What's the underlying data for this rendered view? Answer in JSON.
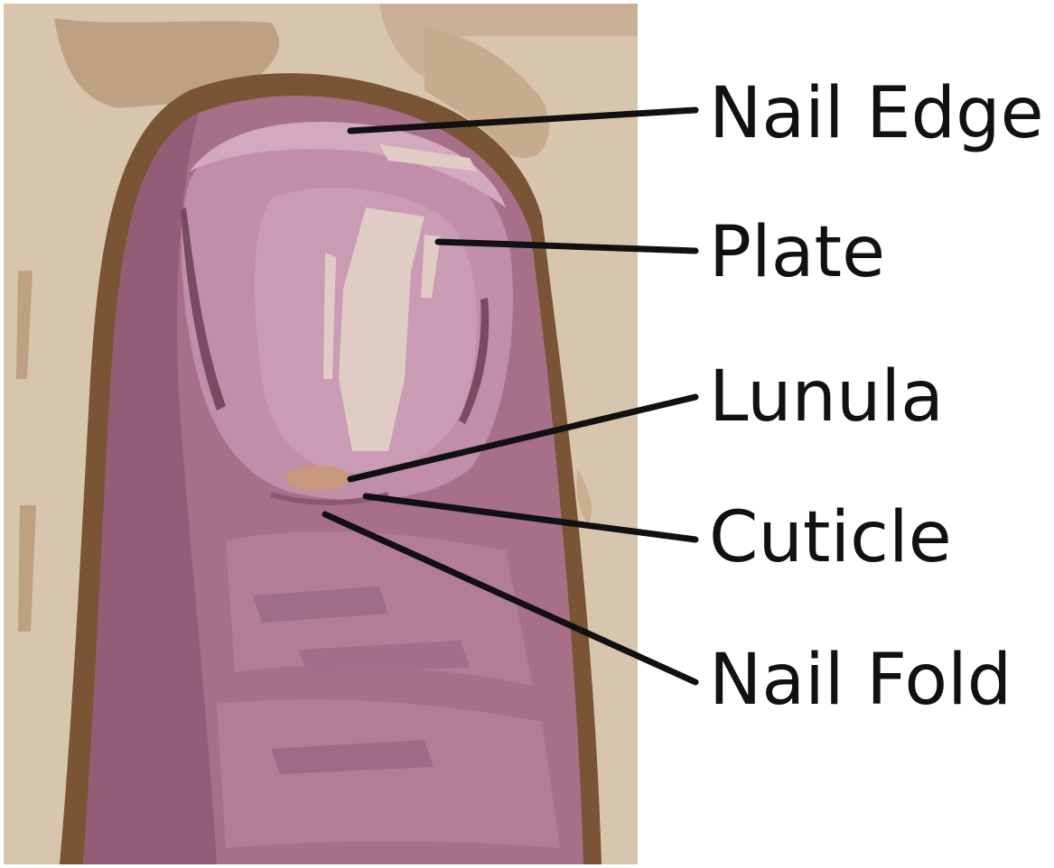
{
  "labels": {
    "nail_edge": "Nail Edge",
    "plate": "Plate",
    "lunula": "Lunula",
    "cuticle": "Cuticle",
    "nail_fold": "Nail Fold"
  },
  "colors": {
    "background_skin": "#d8c5ad",
    "background_skin_dark": "#bea183",
    "finger_outline": "#7a5535",
    "finger_main": "#a86f88",
    "finger_shadow": "#955c77",
    "nail_plate": "#c08ea9",
    "nail_highlight": "#e0ccc4",
    "lunula": "#c9967f",
    "label_text": "#111111"
  }
}
